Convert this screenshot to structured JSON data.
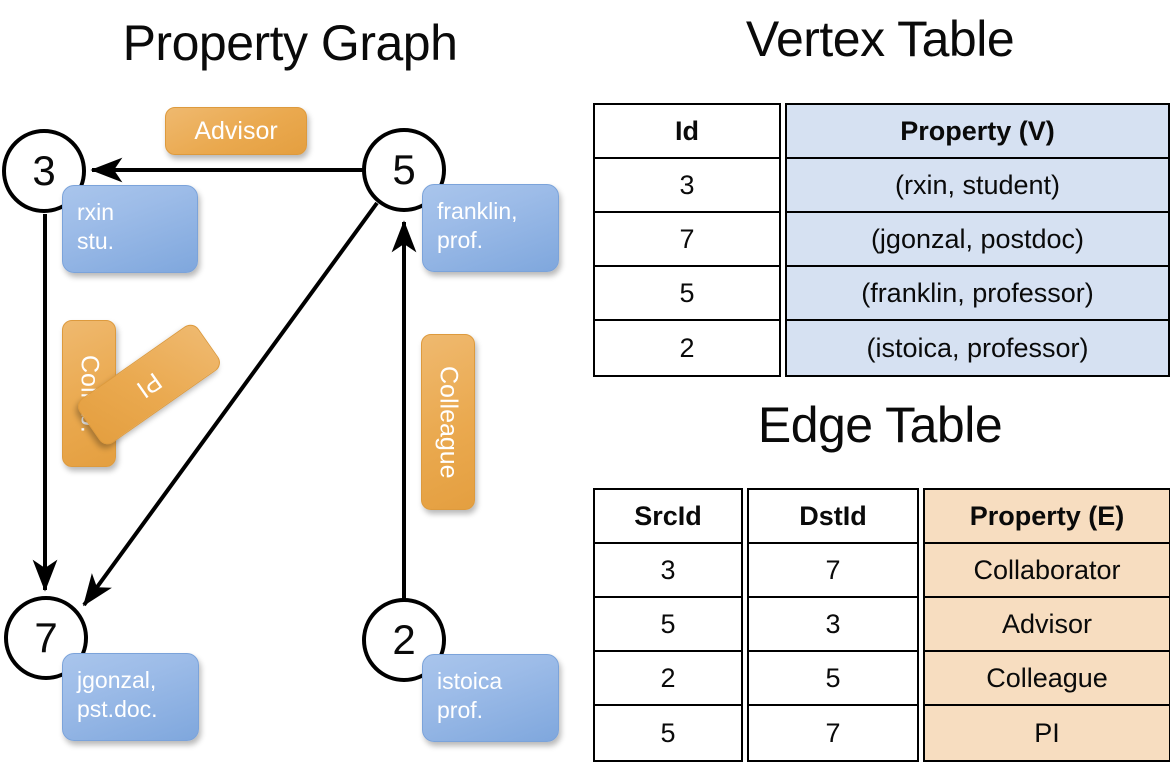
{
  "titles": {
    "graph": "Property Graph",
    "vertex_table": "Vertex Table",
    "edge_table": "Edge Table"
  },
  "colors": {
    "vertex_property_fill": "#d6e1f2",
    "edge_property_fill": "#f7ddc0",
    "vertex_callout": "#9dbce8",
    "edge_callout": "#eaa94f",
    "stroke": "#000000"
  },
  "graph": {
    "nodes": [
      {
        "id": "3",
        "property_lines": [
          "rxin",
          "stu."
        ]
      },
      {
        "id": "5",
        "property_lines": [
          "franklin,",
          "prof."
        ]
      },
      {
        "id": "7",
        "property_lines": [
          "jgonzal,",
          "pst.doc."
        ]
      },
      {
        "id": "2",
        "property_lines": [
          "istoica",
          "prof."
        ]
      }
    ],
    "edge_labels": [
      {
        "name": "advisor",
        "label": "Advisor"
      },
      {
        "name": "collab",
        "label": "Collab."
      },
      {
        "name": "pi",
        "label": "PI"
      },
      {
        "name": "colleague",
        "label": "Colleague"
      }
    ],
    "edges": [
      {
        "src": "5",
        "dst": "3",
        "label": "Advisor"
      },
      {
        "src": "3",
        "dst": "7",
        "label": "Collab."
      },
      {
        "src": "5",
        "dst": "7",
        "label": "PI"
      },
      {
        "src": "2",
        "dst": "5",
        "label": "Colleague"
      }
    ]
  },
  "vertex_table": {
    "headers": [
      "Id",
      "Property (V)"
    ],
    "rows": [
      {
        "id": "3",
        "property": "(rxin, student)"
      },
      {
        "id": "7",
        "property": "(jgonzal, postdoc)"
      },
      {
        "id": "5",
        "property": "(franklin, professor)"
      },
      {
        "id": "2",
        "property": "(istoica, professor)"
      }
    ]
  },
  "edge_table": {
    "headers": [
      "SrcId",
      "DstId",
      "Property (E)"
    ],
    "rows": [
      {
        "src": "3",
        "dst": "7",
        "property": "Collaborator"
      },
      {
        "src": "5",
        "dst": "3",
        "property": "Advisor"
      },
      {
        "src": "2",
        "dst": "5",
        "property": "Colleague"
      },
      {
        "src": "5",
        "dst": "7",
        "property": "PI"
      }
    ]
  }
}
